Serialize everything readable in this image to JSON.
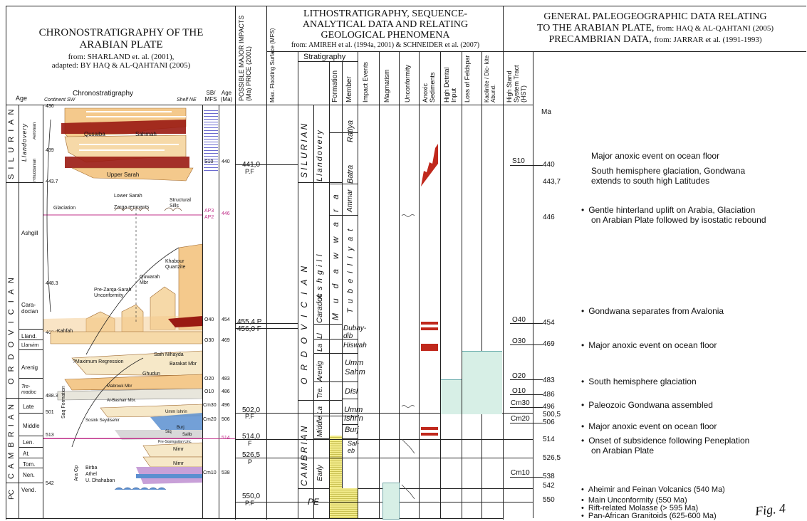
{
  "panel1": {
    "title_l1": "CHRONOSTRATIGRAPHY OF THE",
    "title_l2": "ARABIAN PLATE",
    "from_l1": "from:  SHARLAND et. al. (2001),",
    "from_l2": "adapted: BY HAQ & AL-QAHTANI (2005)",
    "age_header": "Age",
    "chrono_header": "Chronostratigraphy",
    "continent": "Continent SW",
    "shelf": "Shelf NE",
    "sb_header": "SB/ MFS",
    "age_ma_header": "Age (Ma)",
    "periods": [
      "PC",
      "C A M B R I A N",
      "O R D O V I C I A N",
      "S I L U R I A N"
    ],
    "epochs": [
      "Llandovery",
      "Ashgill",
      "Cara- docian",
      "Lland.",
      "Llanvirn",
      "Arenig",
      "Tre- madoc",
      "Late",
      "Middle",
      "Len.",
      "At.",
      "Tom.",
      "Nen.",
      "Vend."
    ],
    "substages": [
      "Aeronian",
      "Rhuddanian"
    ],
    "boundary_ages": [
      "436",
      "439",
      "443.7",
      "448.3",
      "460.9",
      "488.3",
      "501",
      "513",
      "542"
    ],
    "units": [
      "Qusaiba",
      "Sahmah",
      "Upper Sarah",
      "Lower Sarah",
      "Zarga remnants",
      "Glaciation",
      "Structural Sills",
      "Khabour Quartzite",
      "Quwarah Mbr",
      "Pre-Zarqa-Sarah Unconformity",
      "Kahfah",
      "Saih Nihayda",
      "?Maximum Regression",
      "Barakat Mbr",
      "Ghudun",
      "Mabrouk Mbr",
      "Al-Bashair Mbr.",
      "Umm Ishrin",
      "Sosink Seydisehir",
      "Burj",
      "Siq",
      "Salib",
      "Pre-Sopinguitan Unc.",
      "Nimr",
      "Nimr",
      "Birba",
      "Athel",
      "U. Dhahaban",
      "Saq Formation",
      "Ara Gp"
    ],
    "sb_labels": [
      "S10",
      "AP3",
      "AP2",
      "O40",
      "O30",
      "O20",
      "O10",
      "Cm30",
      "Cm20",
      "Cm10"
    ],
    "sb_ages": [
      "440",
      "446",
      "454",
      "469",
      "483",
      "486",
      "496",
      "506",
      "514",
      "538"
    ]
  },
  "panel2": {
    "header": "POSSIBLE MAJOR IMPACTS (Ma) PRICE (2001)",
    "values": [
      "441,0",
      "P.F",
      "455,4 P",
      "456,0 F",
      "502,0",
      "P.F",
      "514,0",
      "F",
      "526,5",
      "P",
      "550,0",
      "P.F"
    ]
  },
  "panel3": {
    "title_l1": "LITHOSTRATIGRAPHY, SEQUENCE-",
    "title_l2": "ANALYTICAL DATA AND RELATING",
    "title_l3": "GEOLOGICAL PHENOMENA",
    "from": "from: AMIREH et al. (1994a, 2001) & SCHNEIDER et al. (2007)",
    "mfs_header": "Max. Flooding Surface (MFS)",
    "stratigraphy_header": "Stratigraphy",
    "columns": [
      "Formation",
      "Member",
      "Impact Events",
      "Magmatism",
      "Unconformity",
      "Anoxic Sediments",
      "High Detrital Input",
      "Loss of Feldspar",
      "Kaolinite / Dic- kite Abund.",
      "High Stand System Tract (HST)"
    ],
    "periods": [
      "SILURIAN",
      "ORDOVICIAN",
      "CAMBRIAN",
      "PE"
    ],
    "epochs": [
      "Llandovery",
      "Ashgill",
      "Caradoc",
      "Ll",
      "La",
      "Arenig",
      "Tre.",
      "La",
      "Middle",
      "Early"
    ],
    "formation": "Mudawwara",
    "members": [
      "Ratiya",
      "Batra",
      "Ammar",
      "Tubeiliyat",
      "Dubay- dib",
      "Hiswah",
      "Umm Sahm",
      "Disi",
      "Umm Ishrin",
      "Burj",
      "Sal- eb"
    ],
    "hst_labels": [
      "S10",
      "O40",
      "O30",
      "O20",
      "O10",
      "Cm30",
      "Cm20",
      "Cm10"
    ]
  },
  "panel4": {
    "title_l1": "GENERAL PALEOGEOGRAPHIC DATA RELATING",
    "title_l2a": "TO THE ARABIAN PLATE, ",
    "title_l2b": "from: HAQ & AL-QAHTANI (2005)",
    "title_l3a": "PRECAMBRIAN DATA, ",
    "title_l3b": "from: JARRAR et al. (1991-1993)",
    "ma_label": "Ma",
    "ages": [
      "440",
      "443,7",
      "446",
      "454",
      "469",
      "483",
      "486",
      "496",
      "500,5",
      "506",
      "514",
      "526,5",
      "538",
      "542",
      "550"
    ],
    "events": [
      "Major anoxic event on ocean floor",
      "South hemisphere glaciation, Gondwana",
      "extends to south high Latitudes",
      "Gentle hinterland uplift on Arabia, Glaciation",
      "on Arabian Plate followed by isostatic rebound",
      "Gondwana separates from Avalonia",
      "Major anoxic event on ocean floor",
      "South hemisphere glaciation",
      "Paleozoic Gondwana assembled",
      "Major anoxic event on ocean floor",
      "Onset of subsidence following Peneplation",
      "on Arabian Plate",
      "Aheimir and Feinan Volcanics (540 Ma)",
      "Main Unconformity (550 Ma)",
      "Rift-related Molasse (> 595 Ma)",
      "Pan-African Granitoids (625-600 Ma)"
    ],
    "signature": "Fig. 4"
  },
  "colors": {
    "anoxic": "#c0281c",
    "sand": "#f2c88a",
    "kaolinite": "#d7efe6",
    "yellow": "#f1ea8a",
    "blue": "#5b8fd0",
    "magenta": "#c0308a"
  }
}
